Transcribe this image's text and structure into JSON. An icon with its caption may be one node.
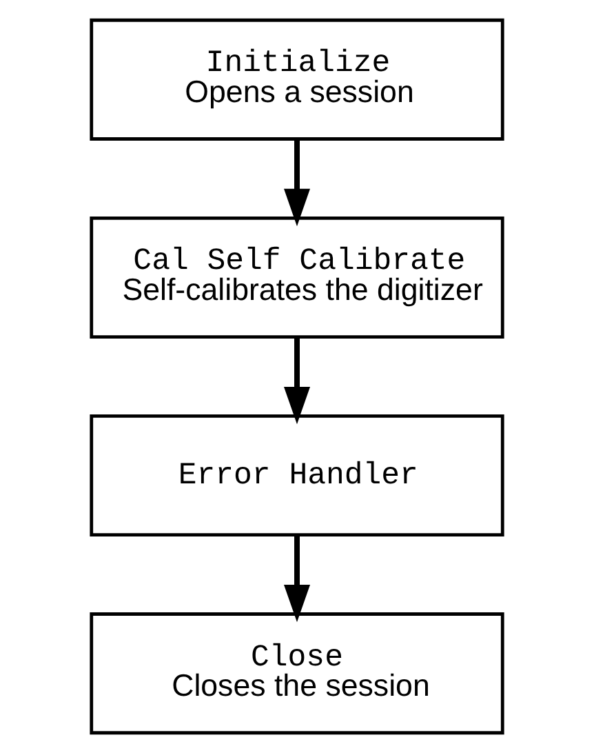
{
  "diagram": {
    "nodes": [
      {
        "text": [
          "Initialize",
          "Opens a session"
        ]
      },
      {
        "text": [
          "Cal Self Calibrate",
          "Self-calibrates the digitizer"
        ]
      },
      {
        "text": [
          "Error Handler"
        ]
      },
      {
        "text": [
          "Close",
          "Closes the session"
        ]
      }
    ],
    "edges": [
      {
        "from": 0,
        "to": 1,
        "arrow": "to"
      },
      {
        "from": 1,
        "to": 2,
        "arrow": "to"
      },
      {
        "from": 2,
        "to": 3,
        "arrow": "to"
      }
    ]
  }
}
